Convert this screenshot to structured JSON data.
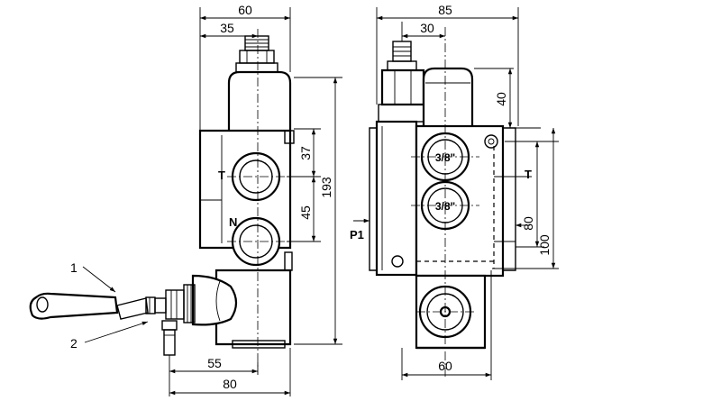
{
  "left_view": {
    "dim_top_overall": "60",
    "dim_top_inner": "35",
    "dim_right_upper": "37",
    "dim_right_lower": "45",
    "dim_right_total": "193",
    "dim_bottom_inner": "55",
    "dim_bottom_overall": "80",
    "port_upper": "T",
    "port_lower": "N",
    "callout_1": "1",
    "callout_2": "2"
  },
  "right_view": {
    "dim_top_overall": "85",
    "dim_top_inner": "30",
    "dim_right_top": "40",
    "dim_right_inner": "80",
    "dim_right_outer": "100",
    "dim_bottom": "60",
    "port_upper": "3/8\"",
    "port_lower": "3/8\"",
    "port_left": "P1",
    "port_right": "T"
  }
}
